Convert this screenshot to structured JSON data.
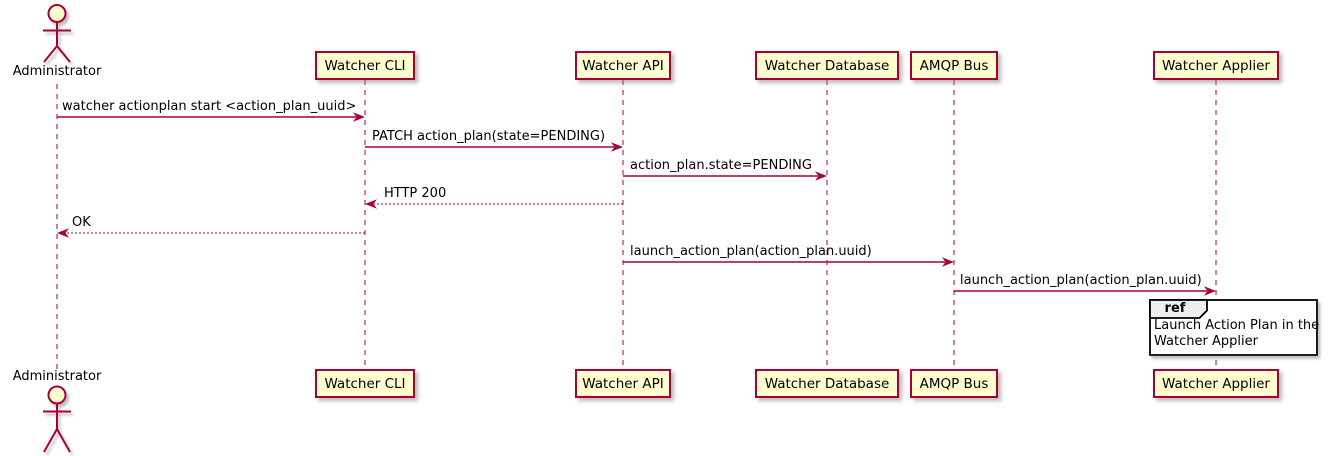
{
  "diagram": {
    "type": "uml-sequence-diagram",
    "actor": {
      "name": "Administrator"
    },
    "participants": [
      {
        "label": "Watcher CLI"
      },
      {
        "label": "Watcher API"
      },
      {
        "label": "Watcher Database"
      },
      {
        "label": "AMQP Bus"
      },
      {
        "label": "Watcher Applier"
      }
    ],
    "messages": [
      {
        "from": "Administrator",
        "to": "Watcher CLI",
        "style": "solid",
        "text": "watcher actionplan start <action_plan_uuid>"
      },
      {
        "from": "Watcher CLI",
        "to": "Watcher API",
        "style": "solid",
        "text": "PATCH action_plan(state=PENDING)"
      },
      {
        "from": "Watcher API",
        "to": "Watcher Database",
        "style": "solid",
        "text": "action_plan.state=PENDING"
      },
      {
        "from": "Watcher API",
        "to": "Watcher CLI",
        "style": "dotted",
        "text": "HTTP 200"
      },
      {
        "from": "Watcher CLI",
        "to": "Administrator",
        "style": "dotted",
        "text": "OK"
      },
      {
        "from": "Watcher API",
        "to": "AMQP Bus",
        "style": "solid",
        "text": "launch_action_plan(action_plan.uuid)"
      },
      {
        "from": "AMQP Bus",
        "to": "Watcher Applier",
        "style": "solid",
        "text": "launch_action_plan(action_plan.uuid)"
      }
    ],
    "ref_fragment": {
      "keyword": "ref",
      "over": "Watcher Applier",
      "line1": "Launch Action Plan in the",
      "line2": "Watcher Applier"
    },
    "colors": {
      "participant_fill": "#FEFECE",
      "line_and_border": "#A80036",
      "text": "#000000",
      "ref_header_fill": "#EEEEEE",
      "ref_border": "#000000",
      "background": "#FFFFFF"
    }
  }
}
